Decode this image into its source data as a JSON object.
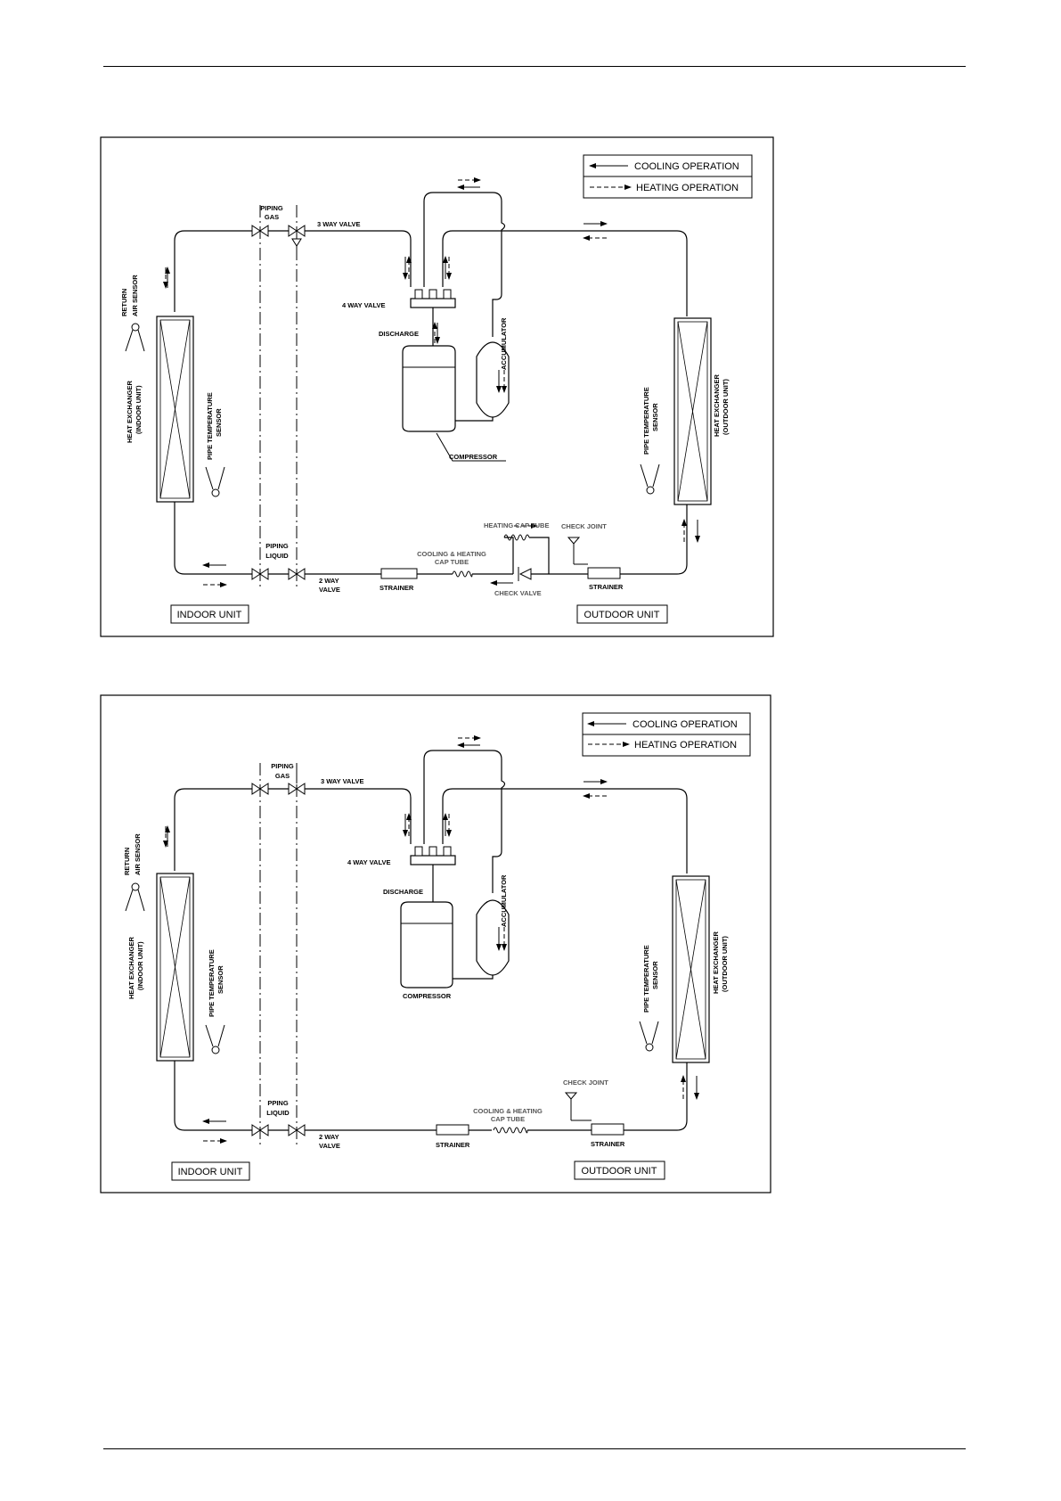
{
  "diagrams": [
    {
      "legend": {
        "cooling": "COOLING  OPERATION",
        "heating": "HEATING  OPERATION"
      },
      "labels": {
        "piping_gas_1": "PIPING",
        "piping_gas_2": "GAS",
        "three_way_valve": "3  WAY  VALVE",
        "four_way_valve": "4  WAY  VALVE",
        "discharge": "DISCHARGE",
        "accumulator": "ACCUMULATOR",
        "compressor": "COMPRESSOR",
        "return_air_sensor_1": "RETURN",
        "return_air_sensor_2": "AIR SENSOR",
        "hx_indoor_1": "HEAT  EXCHANGER",
        "hx_indoor_2": "(INDOOR  UNIT)",
        "pipe_temp_indoor_1": "PIPE  TEMPERATURE",
        "pipe_temp_indoor_2": "SENSOR",
        "pipe_temp_outdoor_1": "PIPE  TEMPERATURE",
        "pipe_temp_outdoor_2": "SENSOR",
        "hx_outdoor_1": "HEAT  EXCHANGER",
        "hx_outdoor_2": "(OUTDOOR  UNIT)",
        "heating_cap_tube": "HEATING CAP TUBE",
        "check_joint": "CHECK JOINT",
        "cooling_heating_cap_tube_1": "COOLING & HEATING",
        "cooling_heating_cap_tube_2": "CAP TUBE",
        "piping_liquid_1": "PIPING",
        "piping_liquid_2": "LIQUID",
        "two_way_valve_1": "2  WAY",
        "two_way_valve_2": "VALVE",
        "strainer_left": "STRAINER",
        "strainer_right": "STRAINER",
        "check_valve": "CHECK VALVE",
        "indoor_unit": "INDOOR  UNIT",
        "outdoor_unit": "OUTDOOR  UNIT"
      }
    },
    {
      "legend": {
        "cooling": "COOLING  OPERATION",
        "heating": "HEATING  OPERATION"
      },
      "labels": {
        "piping_gas_1": "PIPING",
        "piping_gas_2": "GAS",
        "three_way_valve": "3  WAY  VALVE",
        "four_way_valve": "4  WAY  VALVE",
        "discharge": "DISCHARGE",
        "accumulator": "ACCUMULATOR",
        "compressor": "COMPRESSOR",
        "return_air_sensor_1": "RETURN",
        "return_air_sensor_2": "AIR SENSOR",
        "hx_indoor_1": "HEAT  EXCHANGER",
        "hx_indoor_2": "(INDOOR  UNIT)",
        "pipe_temp_indoor_1": "PIPE  TEMPERATURE",
        "pipe_temp_indoor_2": "SENSOR",
        "pipe_temp_outdoor_1": "PIPE  TEMPERATURE",
        "pipe_temp_outdoor_2": "SENSOR",
        "hx_outdoor_1": "HEAT  EXCHANGER",
        "hx_outdoor_2": "(OUTDOOR  UNIT)",
        "check_joint": "CHECK JOINT",
        "cooling_heating_cap_tube_1": "COOLING & HEATING",
        "cooling_heating_cap_tube_2": "CAP TUBE",
        "piping_liquid_1": "PPING",
        "piping_liquid_2": "LIQUID",
        "two_way_valve_1": "2  WAY",
        "two_way_valve_2": "VALVE",
        "strainer_left": "STRAINER",
        "strainer_right": "STRAINER",
        "indoor_unit": "INDOOR  UNIT",
        "outdoor_unit": "OUTDOOR  UNIT"
      }
    }
  ]
}
